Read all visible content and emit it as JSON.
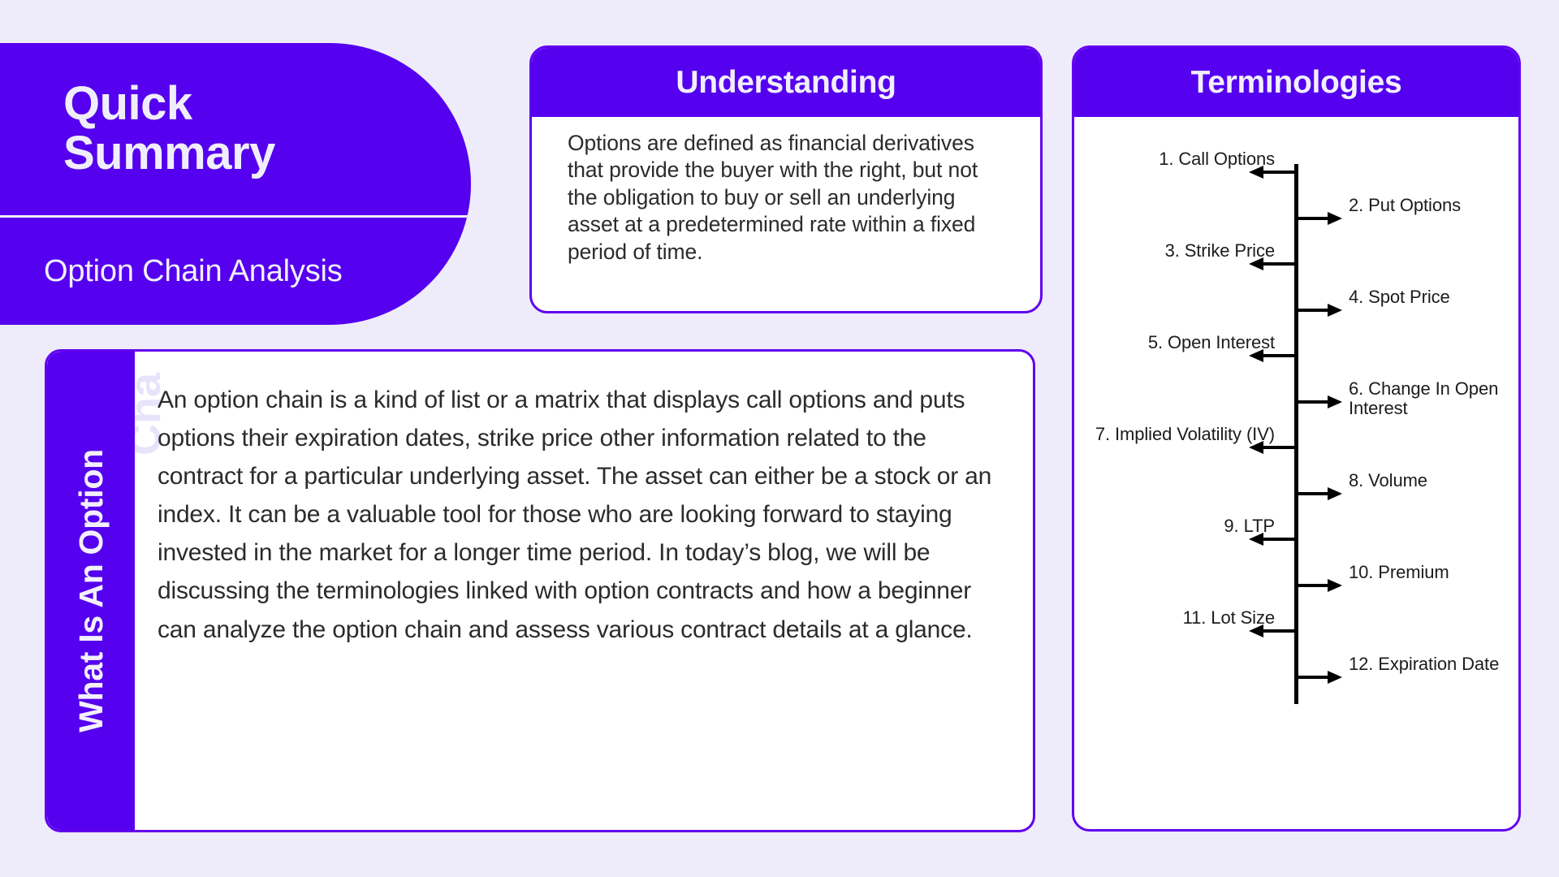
{
  "theme": {
    "background": "#eeecfb",
    "purple": "#5500ee",
    "border_purple": "#6200ee",
    "text_dark": "#2b2b2b",
    "text_light": "#f1effd",
    "watermark": "#e7e3fa"
  },
  "quick_summary": {
    "title": "Quick Summary",
    "subtitle": "Option Chain Analysis"
  },
  "understanding": {
    "header": "Understanding",
    "body": "Options are defined as financial derivatives that provide the buyer with the right, but not the obligation to buy or sell an underlying asset at a predetermined rate within a fixed period of time."
  },
  "option_card": {
    "side_label": "What Is An Option",
    "watermark": "Cha",
    "body": "An option chain is a kind of list or a matrix that displays call options and puts options their expiration dates, strike price other information related to the contract for a particular underlying asset. The asset can either be a stock or an index. It can be a valuable tool for those who are looking forward to staying invested in the market for a longer time period. In today’s blog, we will be discussing the terminologies linked with option contracts and how a beginner can analyze the option chain and assess various contract details at a glance."
  },
  "terminologies": {
    "header": "Terminologies",
    "items": [
      {
        "number": "1.",
        "label": "1. Call Options",
        "side": "left"
      },
      {
        "number": "2.",
        "label": "2. Put Options",
        "side": "right"
      },
      {
        "number": "3.",
        "label": "3. Strike Price",
        "side": "left"
      },
      {
        "number": "4.",
        "label": "4. Spot Price",
        "side": "right"
      },
      {
        "number": "5.",
        "label": "5. Open Interest",
        "side": "left"
      },
      {
        "number": "6.",
        "label": "6. Change In Open Interest",
        "side": "right"
      },
      {
        "number": "7.",
        "label": "7. Implied Volatility (IV)",
        "side": "left"
      },
      {
        "number": "8.",
        "label": "8. Volume",
        "side": "right"
      },
      {
        "number": "9.",
        "label": "9. LTP",
        "side": "left"
      },
      {
        "number": "10.",
        "label": "10. Premium",
        "side": "right"
      },
      {
        "number": "11.",
        "label": "11. Lot Size",
        "side": "left"
      },
      {
        "number": "12.",
        "label": "12. Expiration Date",
        "side": "right"
      }
    ]
  }
}
